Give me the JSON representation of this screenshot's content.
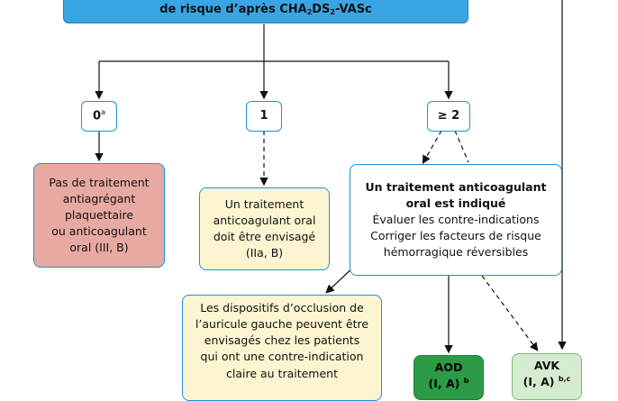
{
  "header": {
    "line_before": "de risque d’après CHA",
    "sub1": "2",
    "mid": "DS",
    "sub2": "2",
    "line_after": "-VASc"
  },
  "scores": {
    "zero": "0",
    "zero_note": "a",
    "one": "1",
    "two_plus": "≥ 2"
  },
  "boxes": {
    "no_treatment": [
      "Pas de traitement",
      "antiagrégant",
      "plaquettaire",
      "ou anticoagulant",
      "oral (III, B)"
    ],
    "consider": [
      "Un traitement",
      "anticoagulant oral",
      "doit être envisagé",
      "(IIa, B)"
    ],
    "indicated_title": [
      "Un traitement anticoagulant",
      "oral est indiqué"
    ],
    "indicated_body": [
      "Évaluer les contre-indications",
      "Corriger les facteurs de risque",
      "hémorragique réversibles"
    ],
    "occlusion": [
      "Les dispositifs d’occlusion de",
      "l’auricule gauche peuvent être",
      "envisagés chez les patients",
      "qui ont une contre-indication",
      "claire au traitement"
    ]
  },
  "treatments": {
    "aod": "AOD",
    "aod_grade": "(I, A)",
    "aod_note": "b",
    "avk": "AVK",
    "avk_grade": "(I, A)",
    "avk_note": "b,c"
  },
  "colors": {
    "blue": "#1e90d6",
    "red": "#e8a9a2",
    "yellow": "#fdf5d2",
    "green_dark": "#2d9b45",
    "green_light": "#d6ecd0"
  }
}
